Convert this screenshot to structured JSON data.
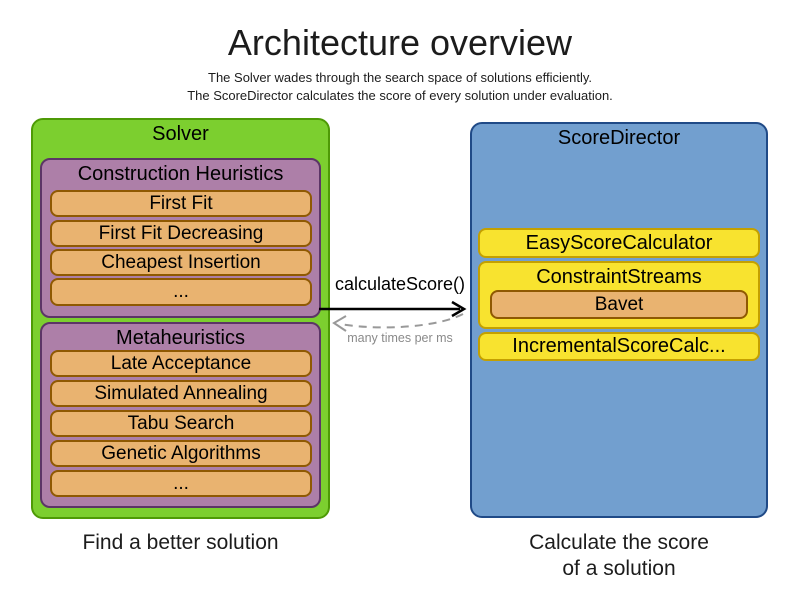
{
  "header": {
    "title": "Architecture overview",
    "subtitle_line1": "The Solver wades through the search space of solutions efficiently.",
    "subtitle_line2": "The ScoreDirector calculates the score of every solution under evaluation."
  },
  "solver": {
    "title": "Solver",
    "caption": "Find a better solution",
    "groups": [
      {
        "title": "Construction Heuristics",
        "items": [
          "First Fit",
          "First Fit Decreasing",
          "Cheapest Insertion",
          "..."
        ]
      },
      {
        "title": "Metaheuristics",
        "items": [
          "Late Acceptance",
          "Simulated Annealing",
          "Tabu Search",
          "Genetic Algorithms",
          "..."
        ]
      }
    ]
  },
  "score_director": {
    "title": "ScoreDirector",
    "caption": "Calculate the score\nof a solution",
    "calculators": [
      {
        "label": "EasyScoreCalculator"
      },
      {
        "label": "ConstraintStreams",
        "implementation": "Bavet"
      },
      {
        "label": "IncrementalScoreCalc..."
      }
    ]
  },
  "interaction": {
    "call_label": "calculateScore()",
    "return_label": "many times per ms"
  },
  "colors": {
    "solver_fill": "#7ccf2f",
    "solver_border": "#4e9a06",
    "phase_fill": "#ad7fa8",
    "phase_border": "#5c3566",
    "algorithm_fill": "#e9b370",
    "algorithm_border": "#8f5902",
    "score_director_fill": "#729fcf",
    "score_director_border": "#204a87",
    "calculator_fill": "#f8e32f",
    "calculator_border": "#c4a000",
    "call_arrow": "#000000",
    "return_arrow": "#999999"
  }
}
